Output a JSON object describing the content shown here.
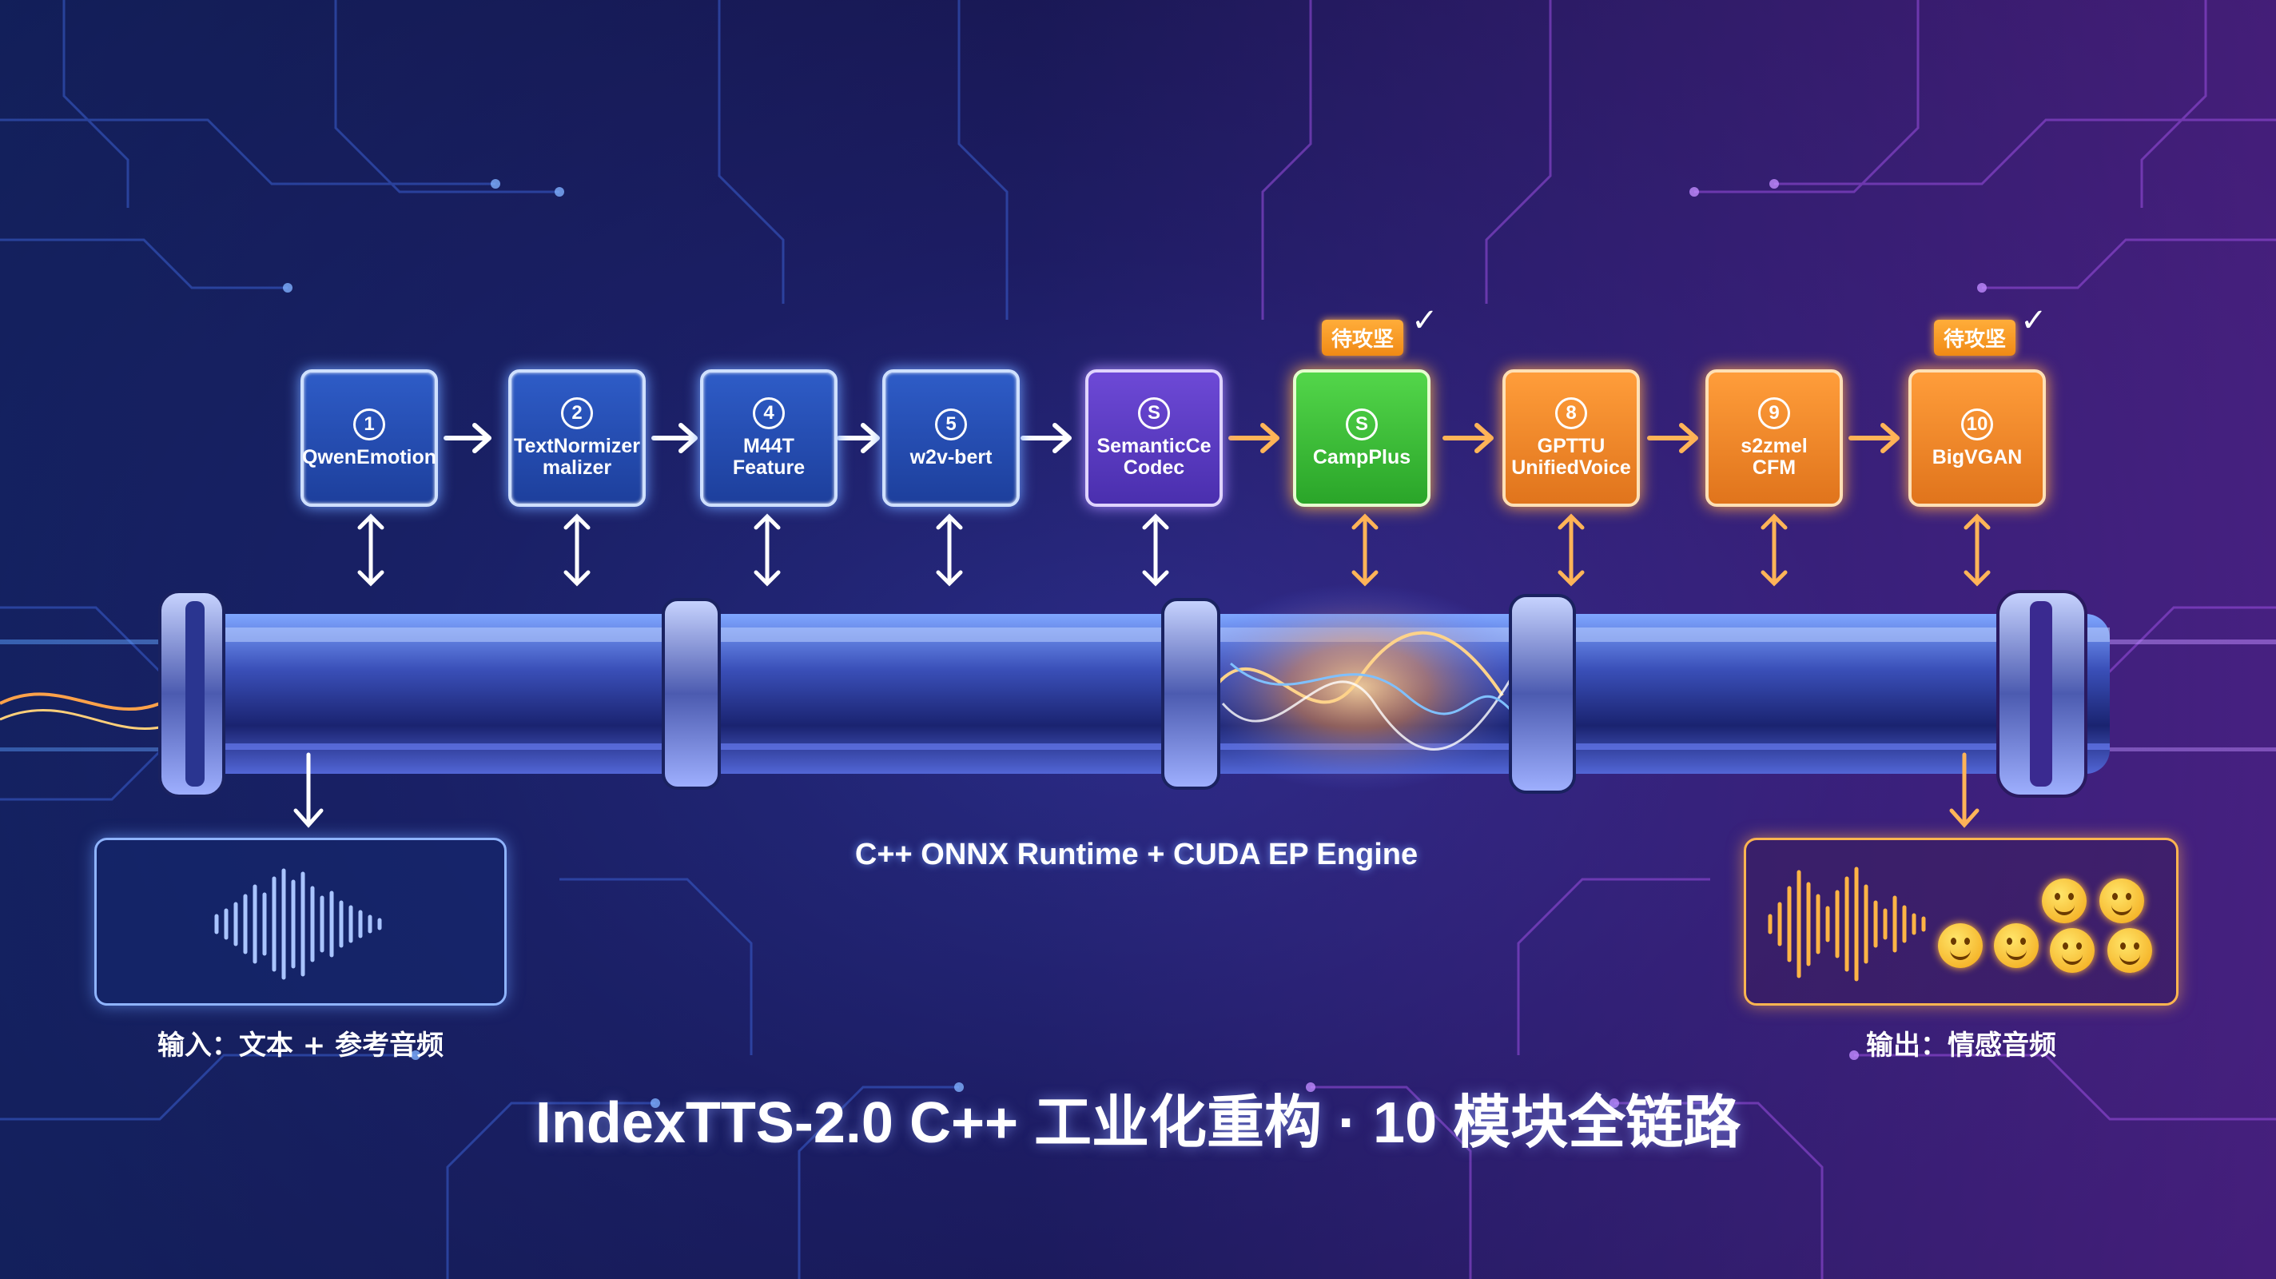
{
  "title": "IndexTTS-2.0 C++ 工业化重构 · 10 模块全链路",
  "engine_label": "C++ ONNX Runtime + CUDA EP Engine",
  "input": {
    "label": "输入：文本 + 参考音频"
  },
  "output": {
    "label": "输出：情感音频"
  },
  "badges": [
    "待攻坚",
    "待攻坚"
  ],
  "modules": [
    {
      "num": "1",
      "name": "QwenEmotion",
      "style": "blue"
    },
    {
      "num": "2",
      "name": "TextNormizer\nmalizer",
      "style": "blue"
    },
    {
      "num": "4",
      "name": "M44T\nFeature",
      "style": "blue"
    },
    {
      "num": "5",
      "name": "w2v-bert",
      "style": "blue"
    },
    {
      "num": "S",
      "name": "SemanticCe\nCodec",
      "style": "purple"
    },
    {
      "num": "S",
      "name": "CampPlus",
      "style": "green"
    },
    {
      "num": "8",
      "name": "GPTTU\nUnifiedVoice",
      "style": "orange"
    },
    {
      "num": "9",
      "name": "s2zmel\nCFM",
      "style": "orange"
    },
    {
      "num": "10",
      "name": "BigVGAN",
      "style": "orange"
    }
  ],
  "colors": {
    "blue": "#2e5cc7",
    "purple": "#6d49d6",
    "green": "#53d64a",
    "orange": "#ff9d3a",
    "badge": "#f08a15"
  },
  "icons": [
    "waveform-icon",
    "check-icon",
    "smiley-icon"
  ]
}
